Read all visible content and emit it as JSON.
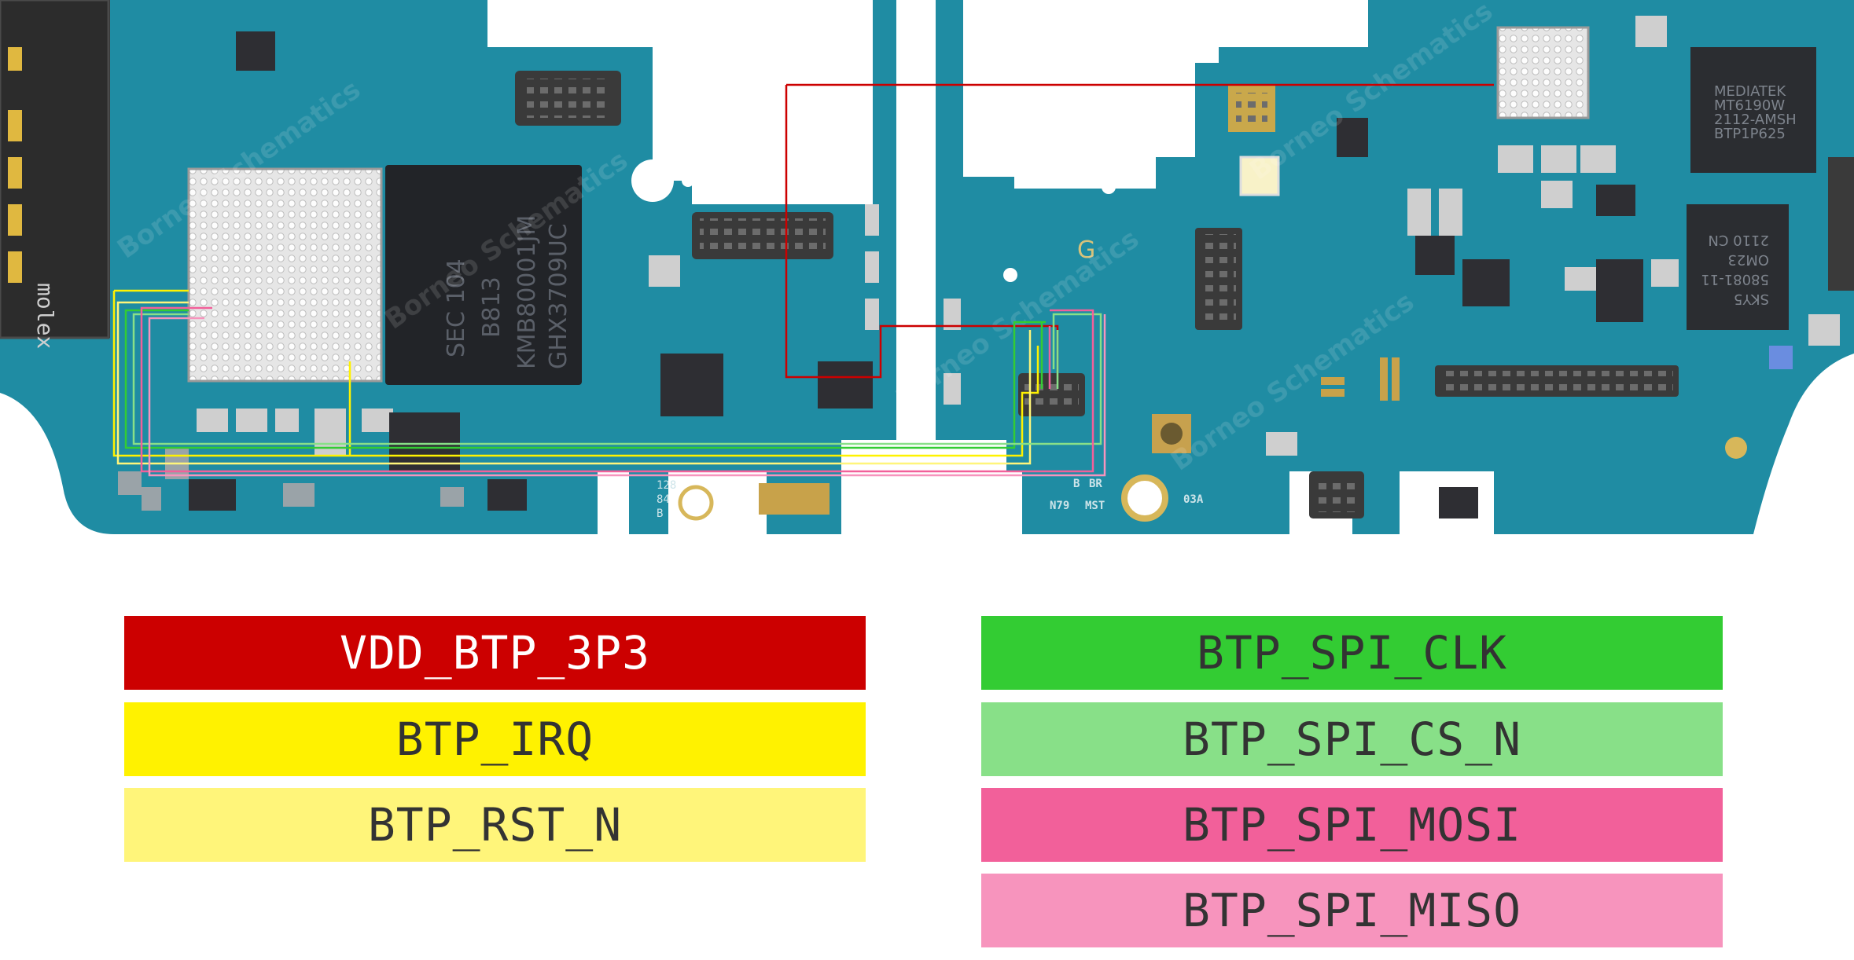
{
  "board": {
    "pcb_color": "#1f8ca3",
    "chip_labels": {
      "left_memory": [
        "SEC 104",
        "B813",
        "KMB80001JM",
        "GHX3709UC"
      ],
      "mediatek": [
        "MEDIATEK",
        "MT6190W",
        "2112-AMSH",
        "BTP1P625"
      ],
      "skyworks": [
        "SKY5",
        "58081-11",
        "OM23",
        "2110 CN"
      ],
      "connector_brand": "molex",
      "silkscreen": [
        "N79",
        "MST",
        "03A",
        "128",
        "84",
        "B",
        "BR"
      ]
    },
    "watermark": "Borneo Schematics"
  },
  "legend": {
    "left": [
      {
        "label": "VDD_BTP_3P3",
        "bg": "#cc0000",
        "fg": "#ffffff"
      },
      {
        "label": "BTP_IRQ",
        "bg": "#fff200",
        "fg": "#333333"
      },
      {
        "label": "BTP_RST_N",
        "bg": "#fff57a",
        "fg": "#333333"
      }
    ],
    "right": [
      {
        "label": "BTP_SPI_CLK",
        "bg": "#33cc33",
        "fg": "#333333"
      },
      {
        "label": "BTP_SPI_CS_N",
        "bg": "#88e088",
        "fg": "#333333"
      },
      {
        "label": "BTP_SPI_MOSI",
        "bg": "#f2609a",
        "fg": "#333333"
      },
      {
        "label": "BTP_SPI_MISO",
        "bg": "#f794bd",
        "fg": "#333333"
      }
    ]
  }
}
